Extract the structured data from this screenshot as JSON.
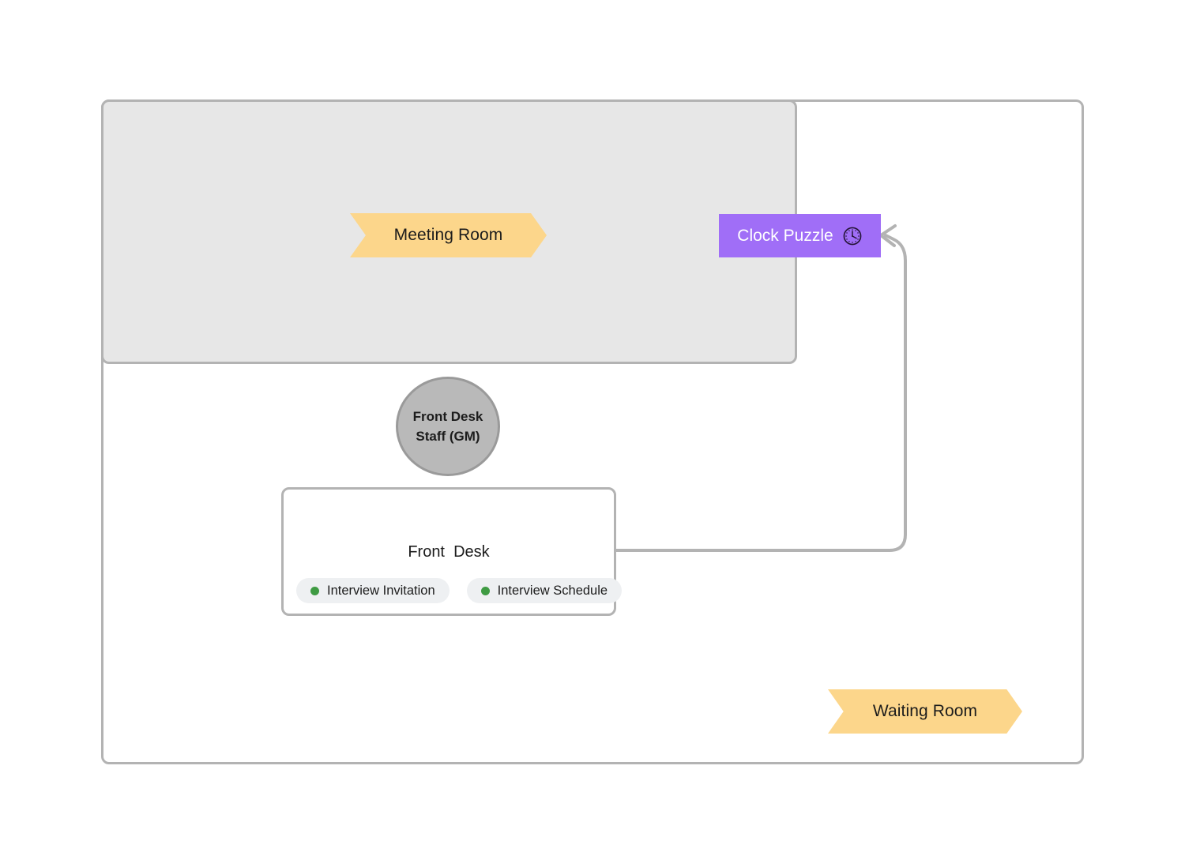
{
  "diagram": {
    "type": "escape-room-flow-map",
    "outer_room": {
      "name": "outer-room-container"
    },
    "gray_region": {
      "name": "meeting-area-region"
    },
    "banners": [
      {
        "id": "meeting-room",
        "label": "Meeting Room",
        "color": "#fcd68b"
      },
      {
        "id": "waiting-room",
        "label": "Waiting Room",
        "color": "#fcd68b"
      }
    ],
    "puzzle": {
      "label": "Clock Puzzle",
      "color": "#a06ef7",
      "icon": "clock-icon"
    },
    "actor": {
      "line1": "Front Desk",
      "line2": "Staff (GM)",
      "color": "#b9b9b9"
    },
    "desk_card": {
      "title": "Front  Desk",
      "items": [
        {
          "label": "Interview Invitation",
          "status_color": "#3f9b43"
        },
        {
          "label": "Interview Schedule",
          "status_color": "#3f9b43"
        }
      ]
    },
    "connector": {
      "from": "front-desk-card",
      "to": "clock-puzzle",
      "color": "#b3b3b3",
      "arrowhead": "left"
    },
    "colors": {
      "border_gray": "#b3b3b3",
      "region_fill": "#e7e7e7",
      "banner_fill": "#fcd68b",
      "puzzle_fill": "#a06ef7",
      "actor_fill": "#b9b9b9",
      "pill_fill": "#eef0f2",
      "status_green": "#3f9b43",
      "page_bg": "#ffffff"
    }
  }
}
